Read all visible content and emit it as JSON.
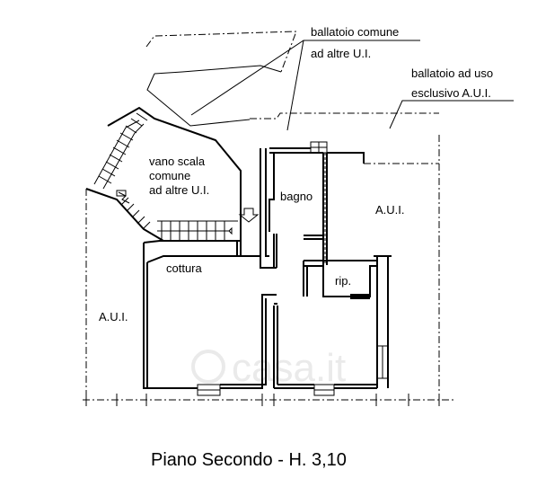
{
  "labels": {
    "ballatoio_comune_1": "ballatoio comune",
    "ballatoio_comune_2": "ad altre U.I.",
    "ballatoio_uso_1": "ballatoio ad uso",
    "ballatoio_uso_2": "esclusivo A.U.I.",
    "vano_scala_1": "vano scala",
    "vano_scala_2": "comune",
    "vano_scala_3": "ad altre U.I.",
    "bagno": "bagno",
    "aui_right": "A.U.I.",
    "cottura": "cottura",
    "rip": "rip.",
    "aui_left": "A.U.I."
  },
  "caption": "Piano Secondo - H. 3,10",
  "watermark": "casa.it"
}
